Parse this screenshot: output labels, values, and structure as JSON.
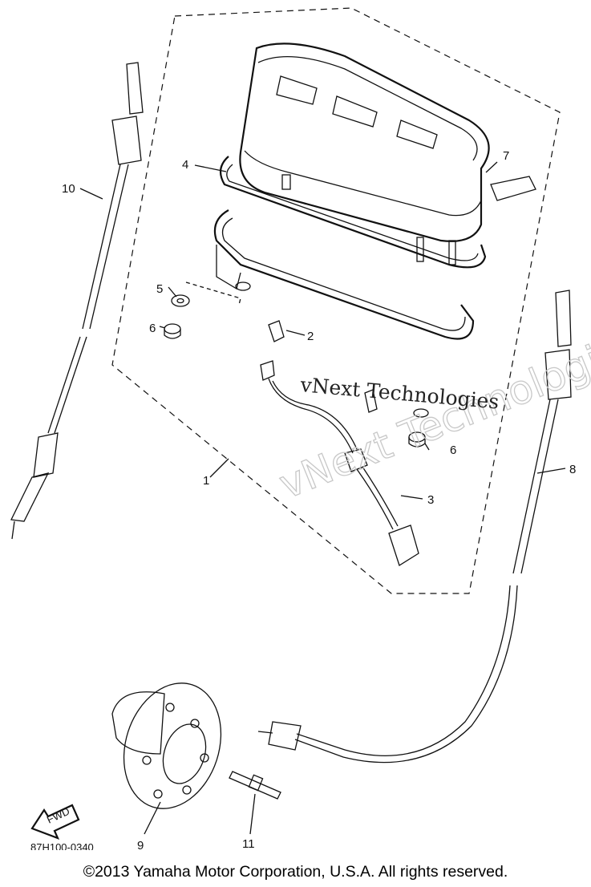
{
  "part_labels": [
    {
      "id": "1",
      "text": "1"
    },
    {
      "id": "2",
      "text": "2"
    },
    {
      "id": "3",
      "text": "3"
    },
    {
      "id": "4",
      "text": "4"
    },
    {
      "id": "5",
      "text": "5"
    },
    {
      "id": "6a",
      "text": "6"
    },
    {
      "id": "6b",
      "text": "6"
    },
    {
      "id": "7",
      "text": "7"
    },
    {
      "id": "8",
      "text": "8"
    },
    {
      "id": "9",
      "text": "9"
    },
    {
      "id": "10",
      "text": "10"
    },
    {
      "id": "11",
      "text": "11"
    }
  ],
  "fwd_label": "FWD",
  "diagram_code": "87H100-0340",
  "watermark_outline": "vNext Technologies",
  "watermark_text": "vNext Technologies",
  "copyright": "©2013 Yamaha Motor Corporation, U.S.A. All rights reserved."
}
